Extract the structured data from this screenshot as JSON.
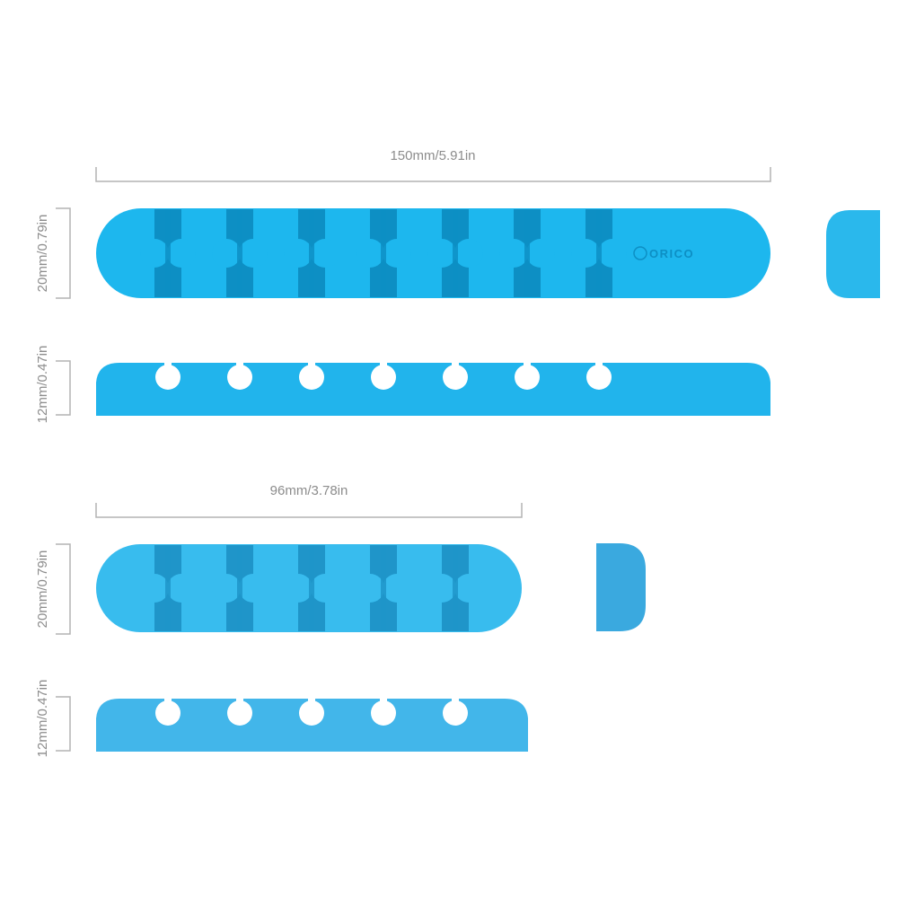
{
  "colors": {
    "long_clip": "#1db7ee",
    "long_clip_shadow": "#0d8fc4",
    "long_end": "#2ab8ec",
    "short_clip": "#38bcee",
    "short_clip_shadow": "#1f95c9",
    "short_end": "#3aa9df",
    "side": "#21b4ec",
    "short_side": "#42b6ea",
    "dimension": "#b4b4b4",
    "label": "#8c8c8c"
  },
  "long_clip": {
    "width_label": "150mm/5.91in",
    "height_label": "20mm/0.79in",
    "side_height_label": "12mm/0.47in",
    "slots": 7,
    "brand": "ORICO"
  },
  "short_clip": {
    "width_label": "96mm/3.78in",
    "height_label": "20mm/0.79in",
    "side_height_label": "12mm/0.47in",
    "slots": 5
  }
}
